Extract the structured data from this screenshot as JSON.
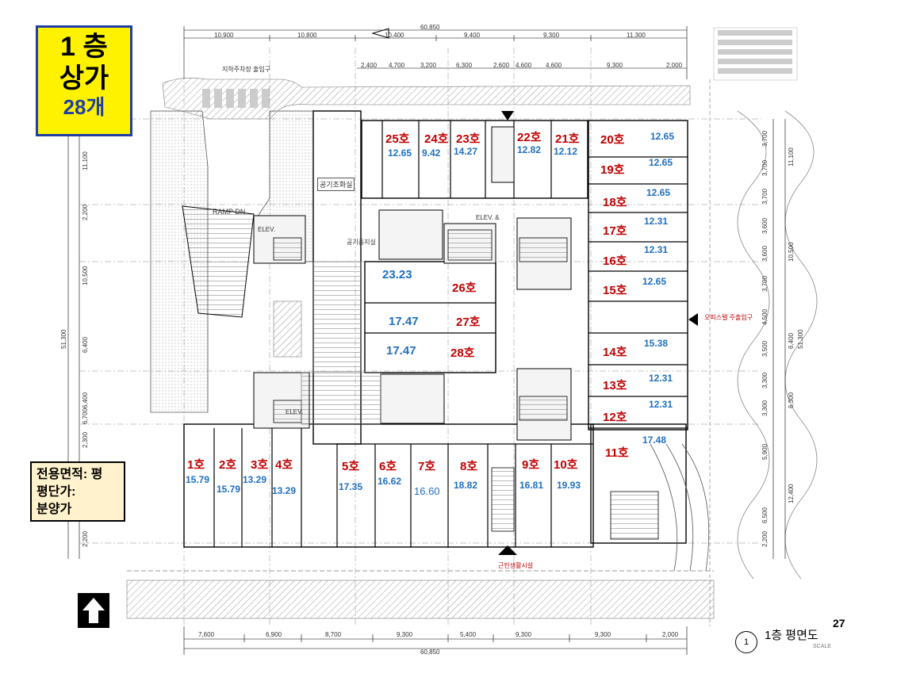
{
  "title": {
    "line1": "1 층",
    "line2": "상가",
    "line3": "28개"
  },
  "info": {
    "line1": "전용면적: 평",
    "line2": "평단가:",
    "line3": "분양가"
  },
  "plan_title": "1층 평면도",
  "plan_number": "1",
  "scale_text": "SCALE",
  "page_number": "27",
  "labels": {
    "ramp": "RAMP DN",
    "elev1": "ELEV.",
    "elev2": "ELEV.",
    "elev3": "ELEV. &",
    "parking_entrance": "지하주차장 출입구",
    "mechanical": "공기조화실",
    "common": "공기중지실",
    "office_entrance": "오피스텔 주출입구",
    "facility": "근린생활시설"
  },
  "dims": {
    "top": [
      "10,900",
      "10,800",
      "10,400",
      "9,400",
      "9,300",
      "11,300"
    ],
    "top_total": "60,850",
    "top_sub": [
      "2,400",
      "4,700",
      "3,200",
      "6,300",
      "2,600",
      "4,600",
      "4,600",
      "9,300",
      "2,000"
    ],
    "bottom": [
      "7,600",
      "6,900",
      "8,700",
      "9,300",
      "5,400",
      "9,300",
      "9,300",
      "2,000"
    ],
    "bottom_total": "60,850",
    "left": [
      "11,100",
      "2,200",
      "10,500",
      "6,400",
      "6,400",
      "6,700",
      "2,300",
      "2,200"
    ],
    "left_total": "51,300",
    "right": [
      "3,700",
      "3,700",
      "3,700",
      "3,600",
      "3,600",
      "3,700",
      "4,500",
      "3,500",
      "3,300",
      "3,300",
      "5,900",
      "6,500",
      "2,200"
    ],
    "right_group": [
      "11,100",
      "10,500",
      "6,400",
      "6,300",
      "12,400"
    ],
    "right_total": "51,300"
  },
  "units": [
    {
      "id": "1호",
      "area": "15.79"
    },
    {
      "id": "2호",
      "area": "15.79"
    },
    {
      "id": "3호",
      "area": "13.29"
    },
    {
      "id": "4호",
      "area": "13.29"
    },
    {
      "id": "5호",
      "area": "17.35"
    },
    {
      "id": "6호",
      "area": "16.62"
    },
    {
      "id": "7호",
      "area": "16.60"
    },
    {
      "id": "8호",
      "area": "18.82"
    },
    {
      "id": "9호",
      "area": "16.81"
    },
    {
      "id": "10호",
      "area": "19.93"
    },
    {
      "id": "11호",
      "area": "17.48"
    },
    {
      "id": "12호",
      "area": "12.31"
    },
    {
      "id": "13호",
      "area": "12.31"
    },
    {
      "id": "14호",
      "area": "15.38"
    },
    {
      "id": "15호",
      "area": "12.65"
    },
    {
      "id": "16호",
      "area": "12.31"
    },
    {
      "id": "17호",
      "area": "12.31"
    },
    {
      "id": "18호",
      "area": "12.65"
    },
    {
      "id": "19호",
      "area": "12.65"
    },
    {
      "id": "20호",
      "area": "12.65"
    },
    {
      "id": "21호",
      "area": "12.12"
    },
    {
      "id": "22호",
      "area": "12.82"
    },
    {
      "id": "23호",
      "area": "14.27"
    },
    {
      "id": "24호",
      "area": "9.42"
    },
    {
      "id": "25호",
      "area": "12.65"
    },
    {
      "id": "26호",
      "area": "23.23"
    },
    {
      "id": "27호",
      "area": "17.47"
    },
    {
      "id": "28호",
      "area": "17.47"
    }
  ],
  "colors": {
    "unit_label": "#c00000",
    "area_label": "#1f6fbf",
    "title_bg": "#fff200",
    "title_border": "#1f3fa6",
    "info_bg": "#fff2cc"
  }
}
